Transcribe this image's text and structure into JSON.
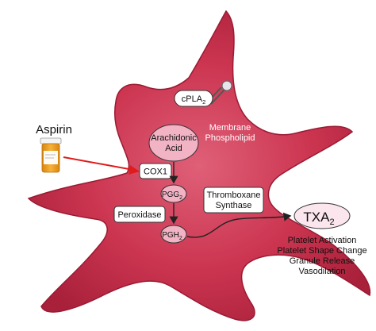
{
  "diagram": {
    "drug": {
      "label": "Aspirin",
      "icon": "pill-bottle-icon"
    },
    "membrane": {
      "line1": "Membrane",
      "line2": "Phospholipid",
      "icon": "phospholipid-icon"
    },
    "nodes": {
      "cpla2": {
        "base": "cPLA",
        "sub": "2"
      },
      "arachidonic": {
        "line1": "Arachidonic",
        "line2": "Acid"
      },
      "cox1": {
        "label": "COX1"
      },
      "pgg2": {
        "base": "PGG",
        "sub": "2"
      },
      "peroxidase": {
        "label": "Peroxidase"
      },
      "pgh2": {
        "base": "PGH",
        "sub": "2"
      },
      "synthase": {
        "line1": "Thromboxane",
        "line2": "Synthase"
      },
      "txa2": {
        "base": "TXA",
        "sub": "2"
      }
    },
    "effects": [
      "Platelet Activation",
      "Platelet Shape Change",
      "Granule Release",
      "Vasodilation"
    ],
    "colors": {
      "cell": "#cc3550",
      "cell_dark": "#a8203a",
      "cell_light": "#df6078",
      "node_fill": "#f2b3c5",
      "inhibition_arrow": "#e01b1b",
      "txa2_fill": "#fbe6ee",
      "pill_bottle": "#f0a21a"
    }
  }
}
